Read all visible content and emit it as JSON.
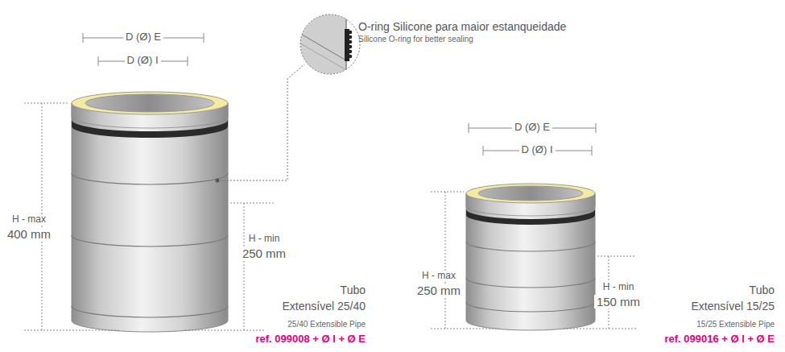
{
  "diagram": {
    "labels": [
      "D (Ø) E",
      "D (Ø) I",
      "O-ring Silicone para maior estanqueidade",
      "Silicone O-ring for better sealing",
      "D (Ø) E",
      "D (Ø) I",
      "H - max",
      "400 mm",
      "H - min",
      "250 mm",
      "H - max",
      "250 mm",
      "H - min",
      "150 mm",
      "Tubo",
      "Extensível 25/40",
      "25/40 Extensible Pipe",
      "ref. 099008 + Ø I + Ø E",
      "Tubo",
      "Extensível 15/25",
      "15/25 Extensible Pipe",
      "ref. 099016 + Ø I + Ø E"
    ]
  }
}
